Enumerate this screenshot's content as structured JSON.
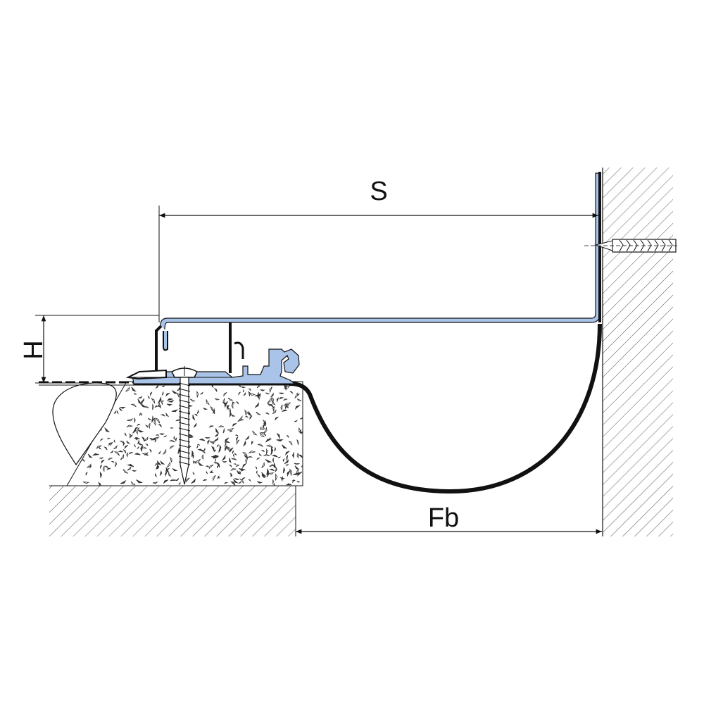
{
  "labels": {
    "width_dimension": "S",
    "height_dimension": "H",
    "joint_dimension": "Fb"
  },
  "colors": {
    "profile_fill": "#a9c4e8",
    "outline": "#111111",
    "hatch": "#555555",
    "concrete_speckle": "#333333",
    "background": "#ffffff"
  }
}
